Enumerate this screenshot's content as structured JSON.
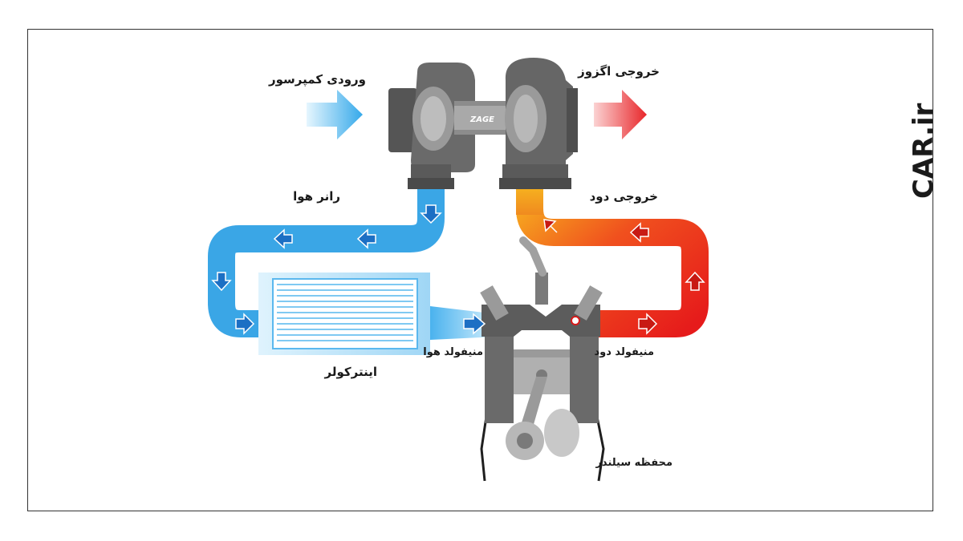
{
  "labels": {
    "compressor_inlet": "ورودی کمپرسور",
    "exhaust_outlet": "خروجی اگزوز",
    "air_runner": "رانر هوا",
    "smoke_outlet": "خروجی دود",
    "intercooler": "اینترکولر",
    "air_manifold": "منیفولد هوا",
    "exhaust_manifold": "منیفولد دود",
    "cylinder_housing": "محفظه سیلندر"
  },
  "turbo_brand": "ZAGE",
  "watermark": "CAR.ir",
  "colors": {
    "cold_air": "#3aa6e6",
    "cold_air_light": "#bfe6fb",
    "hot_gas": "#e8241c",
    "hot_orange": "#f6a21c",
    "metal_dark": "#5a5a5a",
    "metal_light": "#a8a8a8",
    "arrow_blue": "#1c6fc4",
    "arrow_red": "#c81a14"
  }
}
